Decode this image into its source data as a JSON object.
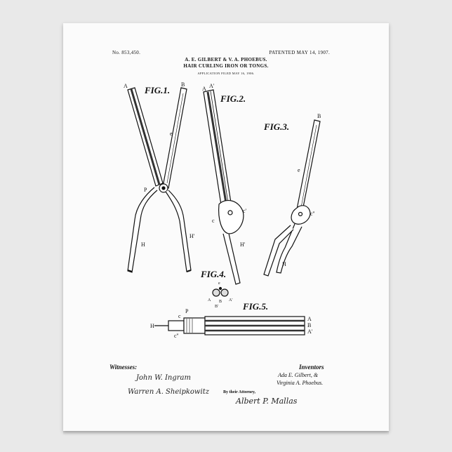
{
  "header": {
    "patent_no": "No. 853,450.",
    "patented": "PATENTED MAY 14, 1907.",
    "title": "A. E. GILBERT & V. A. PHOEBUS.",
    "subtitle": "HAIR CURLING IRON OR TONGS.",
    "filed": "APPLICATION FILED MAY 16, 1906."
  },
  "figures": {
    "fig1": "FIG.1.",
    "fig2": "FIG.2.",
    "fig3": "FIG.3.",
    "fig4": "FIG.4.",
    "fig5": "FIG.5."
  },
  "labels": {
    "a": "A",
    "a_prime": "A'",
    "b": "B",
    "b_prime": "B'",
    "c": "c",
    "c_prime": "c'",
    "c_dbl": "c''",
    "e": "e",
    "p": "P",
    "h": "H",
    "h_prime": "H'"
  },
  "footer": {
    "witnesses_label": "Witnesses:",
    "inventors_label": "Inventors",
    "inventor_1": "Ada E. Gilbert, &",
    "inventor_2": "Virginia A. Phoebus.",
    "attorney_label": "By their Attorney,",
    "witness_1": "John W. Ingram",
    "witness_2": "Warren A. Sheipkowitz",
    "attorney_sig": "Albert P. Mallas"
  },
  "colors": {
    "background": "#e9e9e9",
    "paper": "#fbfbfb",
    "ink": "#111111"
  }
}
